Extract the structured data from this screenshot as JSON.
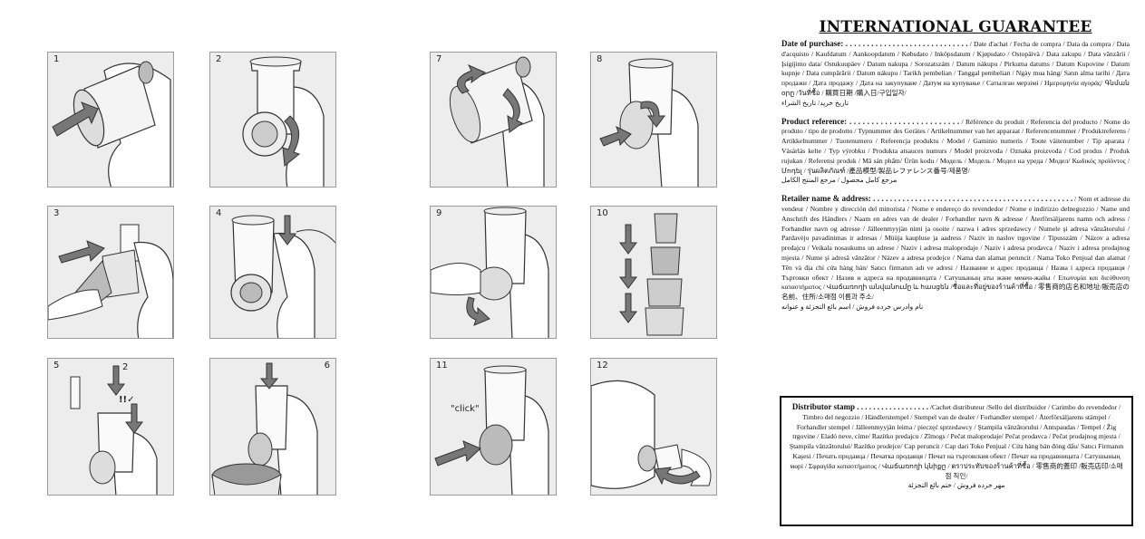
{
  "steps": [
    {
      "num": "1"
    },
    {
      "num": "2"
    },
    {
      "num": "3"
    },
    {
      "num": "4"
    },
    {
      "num": "5",
      "extra": "2",
      "warning": "!!✓"
    },
    {
      "num": "6"
    },
    {
      "num": "7"
    },
    {
      "num": "8"
    },
    {
      "num": "9"
    },
    {
      "num": "10"
    },
    {
      "num": "11",
      "callout": "\"click\""
    },
    {
      "num": "12"
    }
  ],
  "guarantee": {
    "title": "INTERNATIONAL GUARANTEE",
    "purchase": {
      "label": "Date of purchase: . . . . . . . . . . . . . . . . . . . . . . . . . . . . .",
      "text": " / Date d'achat / Fecha de compra / Data da compra / Data d'acquisto / Kaufdatum / Aankoopdatum / Købsdato / Inköpsdatum / Kjøpsdato / Ostopäivä / Data zakupu / Data vânzării / Įsigijimo data/ Ostukuupäev / Datum nakupa / Sorozatszám / Datum nákupu / Pirkuma datums / Datum Kupovine / Datum kupnje / Data cumpărării / Datum nákupu / Tarikh pembelian / Tanggal pembelian / Ngày mua hàng/ Satın alma tarihi / Дата продажи / Дата продажу / Дата на закупуване / Датум на купување / Сатылған мерзімі / Ημερομηνία αγοράς/ Գնման օրը /วันที่ซื้อ / 購買日期 /購入日/구입일자/",
      "rtl": "تاريخ خريد/ تاريخ الشراء"
    },
    "product": {
      "label": "Product reference: . . . . . . . . . . . . . . . . . . . . . . . . .",
      "text": " / Référence du produit / Referencia del producto / Nome do produto / tipo de prodotto / Typnummer des Gerätes / Artikelnummer van het apparaat / Referencenummer / Produktreferens / Artikkelnummer / Tuotenumero / Referencja produktu / Model / Gaminio numeris / Toote väitenumber / Tip aparata / Vásárlás kelte / Typ výrobku / Produkta atsauces numurs / Model proizvoda / Oznaka proizvoda / Cod produs / Produk rujukan / Referensi produk / Mã sản phẩm/ Ürün kodu / Модель / Модель / Модел на уреда / Модел/ Κωδικός προϊόντος / Մոդել / รุ่นผลิตภัณฑ์ /產品模型/製品レファレンス番号/제품명/",
      "rtl": "مرجع كامل محصول / مرجع المنتج الكامل"
    },
    "retailer": {
      "label": "Retailer name & address: . . . . . . . . . . . . . . . . . . . . . . . . . . . . . . . . . . . . . . . . . . . . . . . .",
      "text": " / Nom et adresse du vendeur / Nombre y dirección del minorista / Nome e endereço do revendedor / Nome e indirizzo delnegozzio / Name und Anschrift des Händlers / Naam en adres van de dealer / Forhandler navn & adresse / Återförsäljarens namn och adress / Forhandler navn og adresse / Jälleenmyyjän nimi ja osoite / nazwa i adres sprzedawcy / Numele şi adresa vânzătorului / Pardavėjo pavadinimas ir adresas / Müüja kaupluse ja aadress / Naziv in naslov trgovine / Tipusszám / Názov a adresa predajcu / Veikala nosaukums un adrese / Naziv i adresa maloprodaje / Naziv i adresa prodavca / Naziv i adresa prodajnog mjesta / Nume şi adresă vânzător / Název a adresa prodejce / Nama dan alamat peruncit / Nama Toko Penjual dan alamat / Tên và địa chỉ cửa hàng bán/ Satıcı firmanın adı ve adresi / Название и адрес продавца / Назва і адреса продавця / Търговки обект / Назив и адреса на продавницата / Сатушының аты және мекен-жайы / Επωνυμία και διεύθυνση καταστήματος / Վաճառողի անվանումը և հասցեն /ชื่อและที่อยู่ของร้านค้าที่ซื้อ / 零售商的店名和地址/販売店の名前、住所/소매점 이름과 주소/",
      "rtl": "نام وادرس خرده فروش / اسم بائع التجزئة و عنوانه"
    },
    "stamp": {
      "label": "Distributor stamp . . . . . . . . . . . . . . . . . .",
      "text": " /Cachet distributeur /Sello del distribuidor / Carimbo do revendedor / Timbro del negozzio / Händlerstempel / Stempel van de dealer / Forhandler stempel / Återförsäljarens stämpel / Forhandler stempel / Jälleenmyyjän leima / pieczęć sprzedawcy / Ştampila vânzătorului / Antspaudas / Tempel / Žig trgovine / Eladó neve, címe/ Razítko predajcu / Zīmogs / Pečat maloprodaje/ Pečat prodavca / Pečat prodajnog mjesta / Ştampila vânzătorului/ Razítko prodejce/ Cap peruncit / Cap dari Toko Penjual / Cửa hàng bán đóng dấu/ Satıcı Firmanın Kaşesi / Печать продавца / Печатка продавця / Печат на търговския обект / Печат на продавницата / Сатушының мөрі / Σφραγίδα καταστήματος / Վաճառողի կնիքը / ตราประทับของร้านค้าที่ซื้อ / 零售商的蓋印 /販売店印/소매점 직인/",
      "rtl": "مهر خرده فروش / ختم بائع التجزئة"
    }
  }
}
